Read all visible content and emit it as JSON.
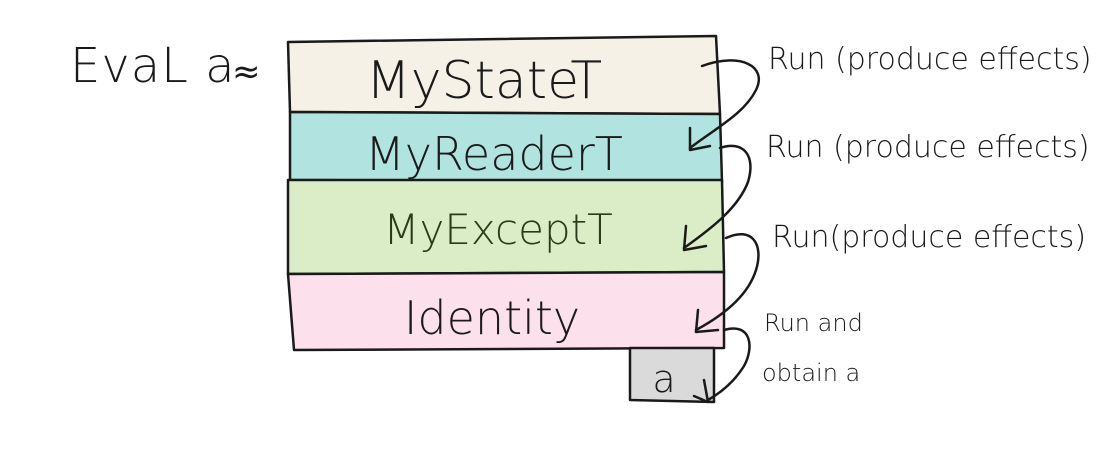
{
  "diagram": {
    "title": "EvaL a",
    "relation_symbol": "≈",
    "layers": [
      {
        "label": "MyStateT",
        "color": "#f6f1e7"
      },
      {
        "label": "MyReaderT",
        "color": "#b1e3e1"
      },
      {
        "label": "MyExceptT",
        "color": "#dbedc6"
      },
      {
        "label": "Identity",
        "color": "#fce0ec"
      }
    ],
    "result_box": {
      "label": "a",
      "color": "#dadada"
    },
    "annotations": [
      "Run (produce effects)",
      "Run (produce effects)",
      "Run(produce effects)"
    ],
    "final_annotation": {
      "line1": "Run and",
      "line2": "obtain a"
    },
    "stroke_color": "#1a1a1a"
  }
}
